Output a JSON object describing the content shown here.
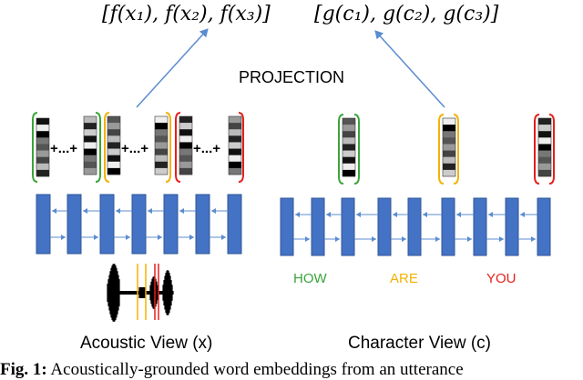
{
  "outputs": {
    "acoustic": "[f(x₁), f(x₂), f(x₃)]",
    "character": "[g(c₁), g(c₂), g(c₃)]"
  },
  "projection_label": "PROJECTION",
  "plus_label": "+...+",
  "words": [
    {
      "text": "HOW",
      "color": "#3aa43a"
    },
    {
      "text": "ARE",
      "color": "#f2b200"
    },
    {
      "text": "YOU",
      "color": "#e4201c"
    }
  ],
  "views": {
    "acoustic": "Acoustic View (x)",
    "character": "Character View (c)"
  },
  "caption": {
    "label": "Fig. 1:",
    "text": " Acoustically-grounded word embeddings from an utterance"
  },
  "colors": {
    "rnn_block": "#4472c4",
    "arrow": "#5b8bd0",
    "text": "#000000"
  },
  "icons": [
    "waveform-icon",
    "embedding-vector-icon",
    "rnn-cell-icon",
    "bracket-icon"
  ]
}
